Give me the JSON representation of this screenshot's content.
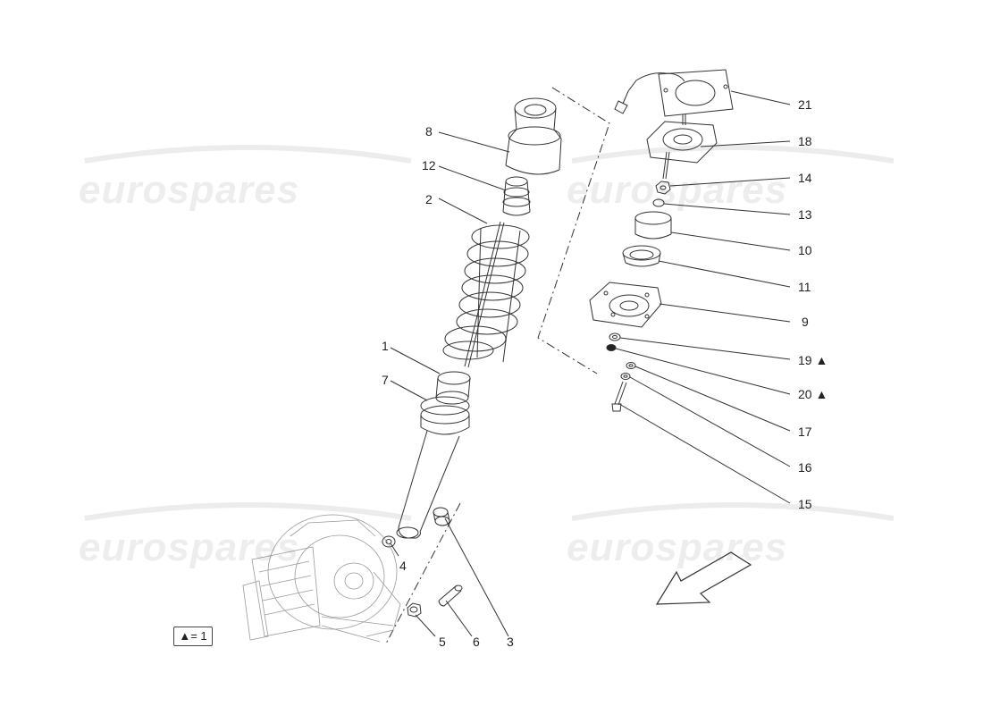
{
  "watermark": {
    "text": "eurospares"
  },
  "callouts": [
    {
      "id": "c21",
      "text": "21"
    },
    {
      "id": "c18",
      "text": "18"
    },
    {
      "id": "c14",
      "text": "14"
    },
    {
      "id": "c13",
      "text": "13"
    },
    {
      "id": "c10",
      "text": "10"
    },
    {
      "id": "c11",
      "text": "11"
    },
    {
      "id": "c9",
      "text": "9"
    },
    {
      "id": "c19",
      "text": "19 ▲"
    },
    {
      "id": "c20",
      "text": "20 ▲"
    },
    {
      "id": "c17",
      "text": "17"
    },
    {
      "id": "c16",
      "text": "16"
    },
    {
      "id": "c15",
      "text": "15"
    },
    {
      "id": "c8",
      "text": "8"
    },
    {
      "id": "c12",
      "text": "12"
    },
    {
      "id": "c2",
      "text": "2"
    },
    {
      "id": "c1",
      "text": "1"
    },
    {
      "id": "c7",
      "text": "7"
    },
    {
      "id": "c4",
      "text": "4"
    },
    {
      "id": "c5",
      "text": "5"
    },
    {
      "id": "c6",
      "text": "6"
    },
    {
      "id": "c3",
      "text": "3"
    }
  ],
  "legend": {
    "text": "▲= 1"
  },
  "colors": {
    "line": "#333333",
    "watermark": "#e8e8e8"
  }
}
